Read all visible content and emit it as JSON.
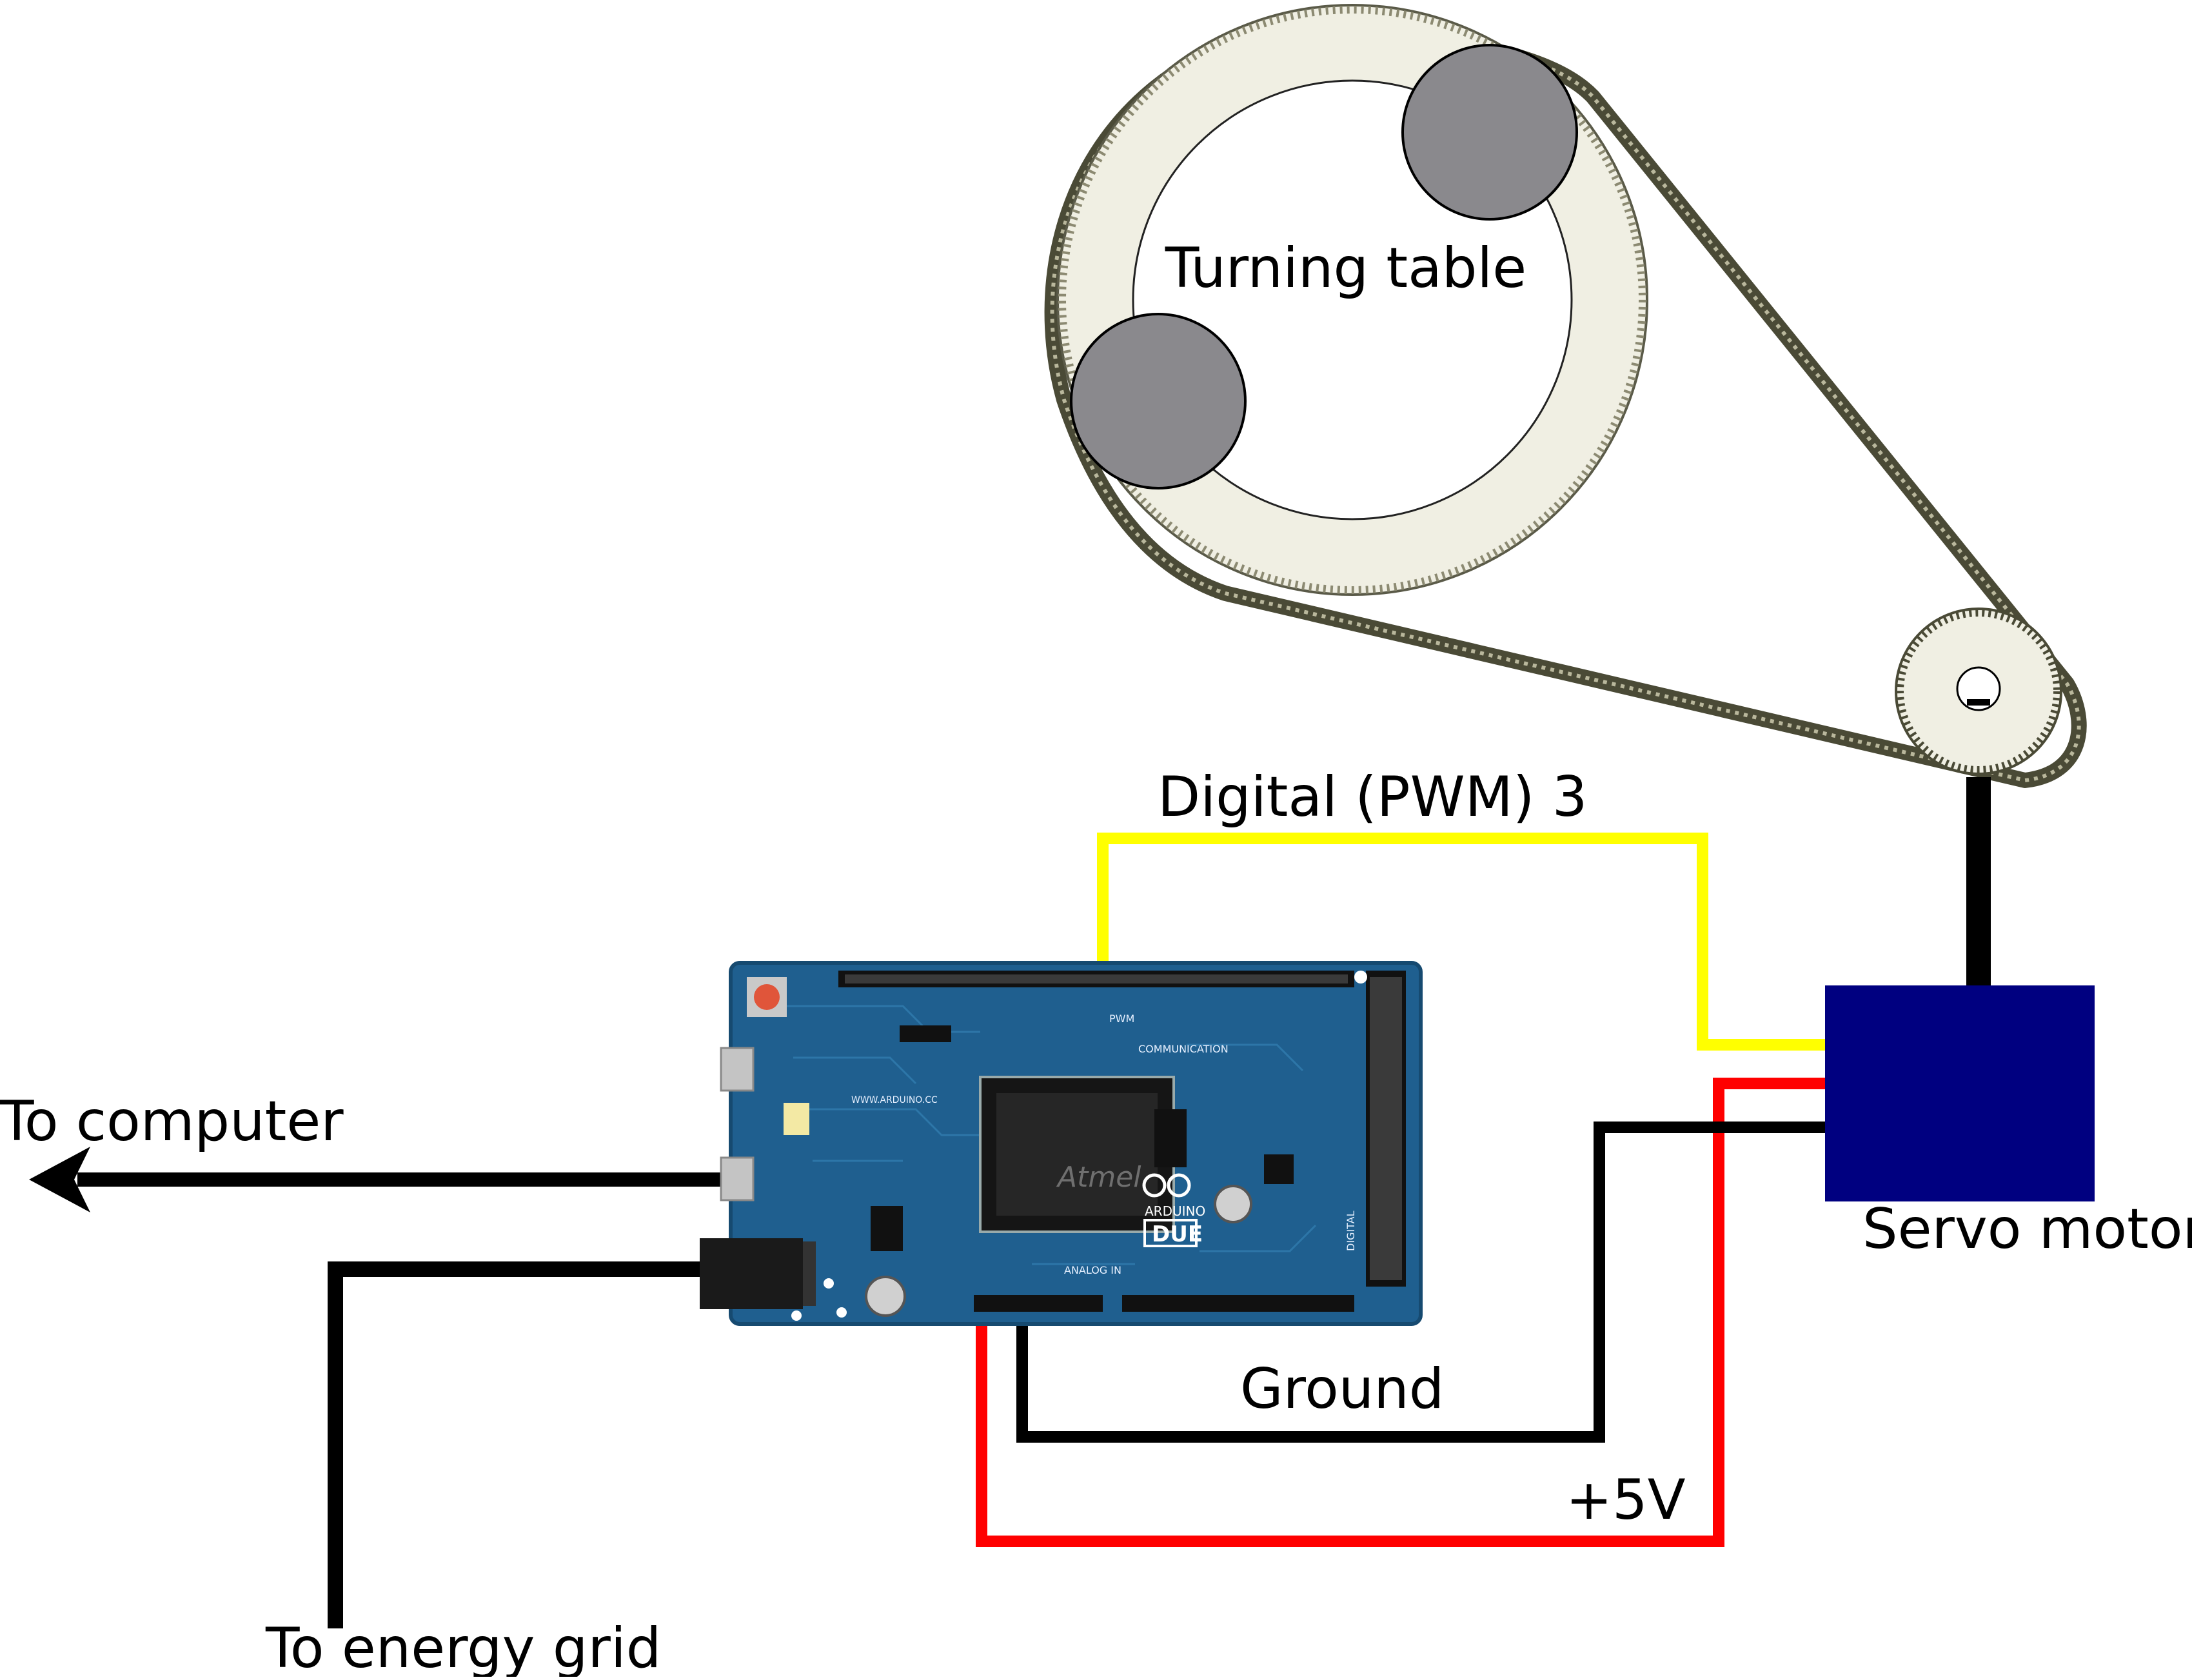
{
  "labels": {
    "turning_table": "Turning table",
    "pwm": "Digital (PWM) 3",
    "servo": "Servo motor",
    "to_computer": "To computer",
    "to_energy_grid": "To energy grid",
    "ground": "Ground",
    "plus5v": "+5V"
  },
  "board": {
    "brand_text": "ARDUINO",
    "model_text": "DUE",
    "chip_text": "Atmel",
    "section_communication": "COMMUNICATION",
    "section_analog": "ANALOG IN",
    "section_pwm": "PWM",
    "section_digital": "DIGITAL",
    "url_text": "WWW.ARDUINO.CC"
  },
  "colors": {
    "pwm_wire": "#ffff00",
    "power_wire": "#ff0000",
    "ground_wire": "#000000",
    "servo_body": "#000080",
    "board": "#1f5f8f",
    "belt": "#4a4a36",
    "gear_fill": "#f0efe3",
    "roller": "#8a898d"
  },
  "icons": {
    "computer_arrow": "arrow-left-icon"
  }
}
